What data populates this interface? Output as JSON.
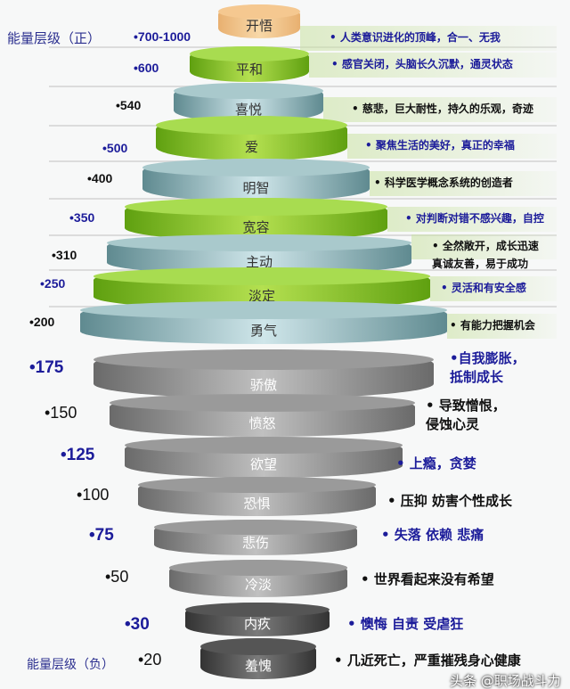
{
  "labels": {
    "positive": "能量层级（正）",
    "negative": "能量层级（负）"
  },
  "colors": {
    "green": "#7fc520",
    "teal": "#8fb8bc",
    "orange": "#f0c080",
    "gray": "#8a8a8a",
    "dark_gray": "#4a4a4a",
    "blue_text": "#1c1c9a",
    "black_text": "#111111"
  },
  "layers": [
    {
      "name": "开悟",
      "value": "•700-1000",
      "description": [
        "• 人类意识进化的顶峰，合一、无我"
      ],
      "style": "orange",
      "text_color": "blue"
    },
    {
      "name": "平和",
      "value": "•600",
      "description": [
        "• 感官关闭，头脑长久沉默，通灵状态"
      ],
      "style": "green",
      "text_color": "blue"
    },
    {
      "name": "喜悦",
      "value": "•540",
      "description": [
        "• 慈悲，巨大耐性，持久的乐观，奇迹"
      ],
      "style": "teal",
      "text_color": "black"
    },
    {
      "name": "爱",
      "value": "•500",
      "description": [
        "• 聚焦生活的美好，真正的幸福"
      ],
      "style": "green",
      "text_color": "blue"
    },
    {
      "name": "明智",
      "value": "•400",
      "description": [
        "• 科学医学概念系统的创造者"
      ],
      "style": "teal",
      "text_color": "black"
    },
    {
      "name": "宽容",
      "value": "•350",
      "description": [
        "• 对判断对错不感兴趣，自控"
      ],
      "style": "green",
      "text_color": "blue"
    },
    {
      "name": "主动",
      "value": "•310",
      "description": [
        "• 全然敞开，成长迅速",
        "真诚友善，易于成功"
      ],
      "style": "teal",
      "text_color": "black"
    },
    {
      "name": "淡定",
      "value": "•250",
      "description": [
        "• 灵活和有安全感"
      ],
      "style": "green",
      "text_color": "blue"
    },
    {
      "name": "勇气",
      "value": "•200",
      "description": [
        "• 有能力把握机会"
      ],
      "style": "teal",
      "text_color": "black"
    },
    {
      "name": "骄傲",
      "value": "•175",
      "description": [
        "•自我膨胀，",
        "抵制成长"
      ],
      "style": "gray",
      "text_color": "blue"
    },
    {
      "name": "愤怒",
      "value": "•150",
      "description": [
        "• 导致憎恨，",
        "侵蚀心灵"
      ],
      "style": "gray",
      "text_color": "black"
    },
    {
      "name": "欲望",
      "value": "•125",
      "description": [
        "• 上瘾，贪婪"
      ],
      "style": "gray",
      "text_color": "blue"
    },
    {
      "name": "恐惧",
      "value": "•100",
      "description": [
        "• 压抑 妨害个性成长"
      ],
      "style": "gray",
      "text_color": "black"
    },
    {
      "name": "悲伤",
      "value": "•75",
      "description": [
        "• 失落 依赖 悲痛"
      ],
      "style": "gray",
      "text_color": "blue"
    },
    {
      "name": "冷淡",
      "value": "•50",
      "description": [
        "• 世界看起来没有希望"
      ],
      "style": "gray",
      "text_color": "black"
    },
    {
      "name": "内疚",
      "value": "•30",
      "description": [
        "• 懊悔 自责 受虐狂"
      ],
      "style": "dark",
      "text_color": "blue"
    },
    {
      "name": "羞愧",
      "value": "•20",
      "description": [
        "• 几近死亡，严重摧残身心健康"
      ],
      "style": "dark",
      "text_color": "black"
    }
  ],
  "watermark": "头条 @职场战斗力"
}
